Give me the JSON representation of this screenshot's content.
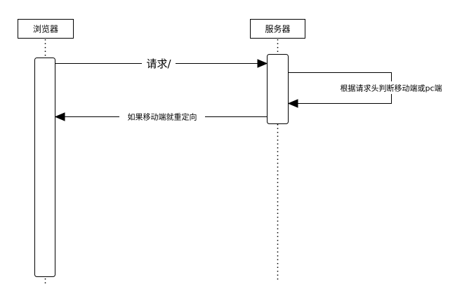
{
  "participants": {
    "browser": {
      "label": "浏览器"
    },
    "server": {
      "label": "服务器"
    }
  },
  "messages": {
    "request": {
      "label": "请求/"
    },
    "self_check": {
      "label": "根据请求头判断移动端或pc端"
    },
    "redirect": {
      "label": "如果移动端就重定向"
    }
  }
}
